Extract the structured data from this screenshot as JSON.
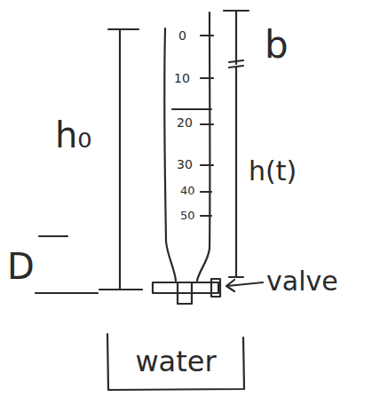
{
  "diagram": {
    "nodes": [
      {
        "text": [
          "water"
        ]
      }
    ],
    "labels": [
      "0",
      "10",
      "20",
      "30",
      "40",
      "50",
      "h₀",
      "b",
      "h(t)",
      "D",
      "valve"
    ]
  }
}
